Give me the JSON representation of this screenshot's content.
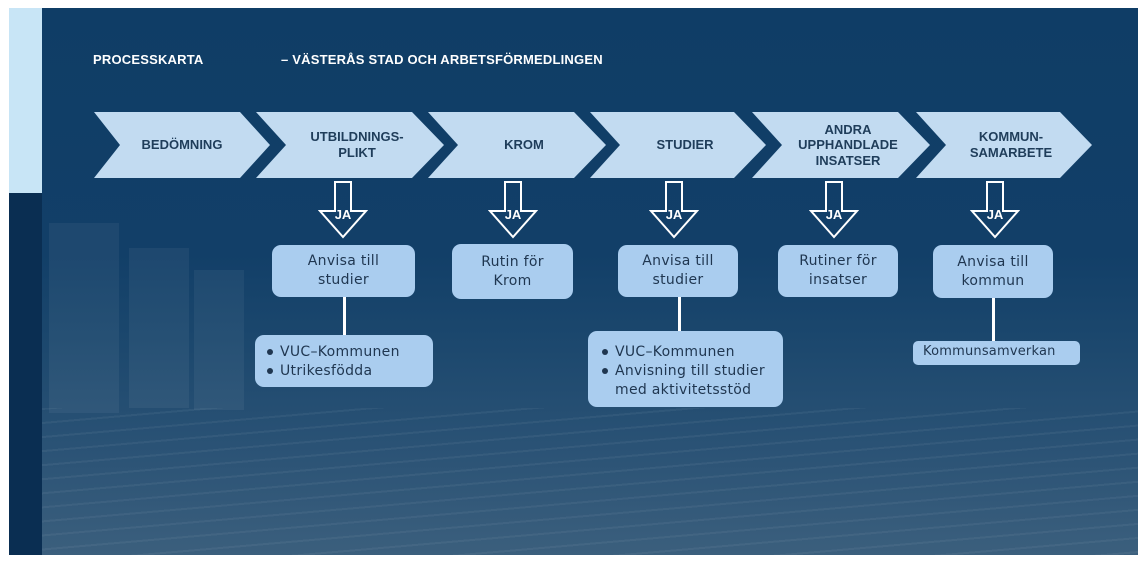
{
  "header": {
    "title_left": "PROCESSKARTA",
    "title_right": "–  VÄSTERÅS STAD OCH ARBETSFÖRMEDLINGEN"
  },
  "process_steps": [
    {
      "lines": [
        "BEDÖMNING"
      ]
    },
    {
      "lines": [
        "UTBILDNINGS-",
        "PLIKT"
      ]
    },
    {
      "lines": [
        "KROM"
      ]
    },
    {
      "lines": [
        "STUDIER"
      ]
    },
    {
      "lines": [
        "ANDRA",
        "UPPHANDLADE",
        "INSATSER"
      ]
    },
    {
      "lines": [
        "KOMMUN-",
        "SAMARBETE"
      ]
    }
  ],
  "decision_label": "JA",
  "action_boxes": [
    {
      "lines": [
        "Anvisa till",
        "studier"
      ]
    },
    {
      "lines": [
        "Rutin för",
        "Krom"
      ]
    },
    {
      "lines": [
        "Anvisa till",
        "studier"
      ]
    },
    {
      "lines": [
        "Rutiner för",
        "insatser"
      ]
    },
    {
      "lines": [
        "Anvisa till",
        "kommun"
      ]
    }
  ],
  "detail_boxes": {
    "utbildningsplikt": [
      "VUC–Kommunen",
      "Utrikesfödda"
    ],
    "studier": [
      "VUC–Kommunen",
      "Anvisning till studier",
      "med aktivitetsstöd"
    ],
    "kommunsamarbete": "Kommunsamverkan"
  },
  "colors": {
    "background": "#123f68",
    "chevron_fill": "#c2dbf1",
    "box_fill": "#aacdef",
    "text_dark": "#1f3d5a"
  }
}
